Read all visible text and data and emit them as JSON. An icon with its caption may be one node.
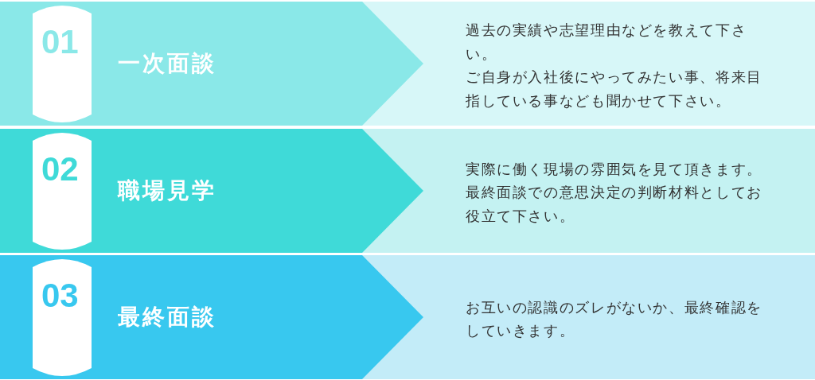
{
  "diagram": {
    "nodes": [
      {
        "text": [
          "一次面談"
        ]
      },
      {
        "text": [
          "01"
        ],
        "in": 0
      },
      {
        "text": [
          "過去の実績や志望理由などを教えて下さい。",
          "ご自身が入社後にやってみたい事、将来目指している事なども聞かせて下さい。"
        ]
      },
      {
        "text": [
          "職場見学"
        ]
      },
      {
        "text": [
          "02"
        ],
        "in": 3
      },
      {
        "text": [
          "実際に働く現場の雰囲気を見て頂きます。最終面談での意思決定の判断材料としてお役立て下さい。"
        ]
      },
      {
        "text": [
          "最終面談"
        ]
      },
      {
        "text": [
          "03"
        ],
        "in": 6
      },
      {
        "text": [
          "お互いの認識のズレがないか、最終確認をしていきます。"
        ]
      }
    ]
  }
}
